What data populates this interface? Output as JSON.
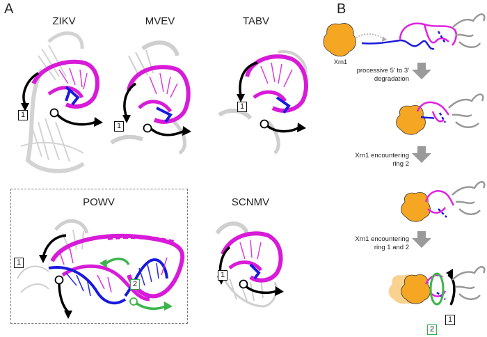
{
  "panels": {
    "a": {
      "letter": "A"
    },
    "b": {
      "letter": "B"
    }
  },
  "structures": [
    {
      "name": "ZIKV"
    },
    {
      "name": "MVEV"
    },
    {
      "name": "TABV"
    },
    {
      "name": "POWV"
    },
    {
      "name": "SCNMV"
    }
  ],
  "ring_labels": {
    "ring1": "1",
    "ring2": "2"
  },
  "panel_b": {
    "enzyme_label": "Xrn1",
    "steps": [
      {
        "text_line1": "processive 5′ to 3′",
        "text_line2": "degradation"
      },
      {
        "text_line1": "Xrn1 encountering",
        "text_line2": "ring 2"
      },
      {
        "text_line1": "Xrn1 encountering",
        "text_line2": "ring 1 and 2"
      }
    ]
  },
  "colors": {
    "magenta": "#d81bd8",
    "blue": "#1a1adc",
    "grey": "#a0a0a0",
    "orange": "#f5a623",
    "green": "#3cb44b",
    "arrow_grey": "#9a9a9a"
  }
}
